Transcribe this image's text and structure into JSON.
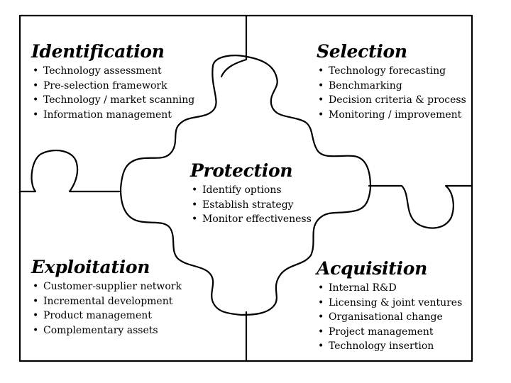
{
  "colors": {
    "stroke": "#000000",
    "background": "#ffffff",
    "text": "#000000"
  },
  "quadrants": {
    "identification": {
      "title": "Identification",
      "items": [
        "Technology assessment",
        "Pre-selection framework",
        "Technology / market scanning",
        "Information management"
      ]
    },
    "selection": {
      "title": "Selection",
      "items": [
        "Technology forecasting",
        "Benchmarking",
        "Decision criteria & process",
        "Monitoring / improvement"
      ]
    },
    "protection": {
      "title": "Protection",
      "items": [
        "Identify options",
        "Establish strategy",
        "Monitor effectiveness"
      ]
    },
    "exploitation": {
      "title": "Exploitation",
      "items": [
        "Customer-supplier network",
        "Incremental development",
        "Product management",
        "Complementary assets"
      ]
    },
    "acquisition": {
      "title": "Acquisition",
      "items": [
        "Internal R&D",
        "Licensing & joint ventures",
        "Organisational change",
        "Project management",
        "Technology insertion"
      ]
    }
  }
}
